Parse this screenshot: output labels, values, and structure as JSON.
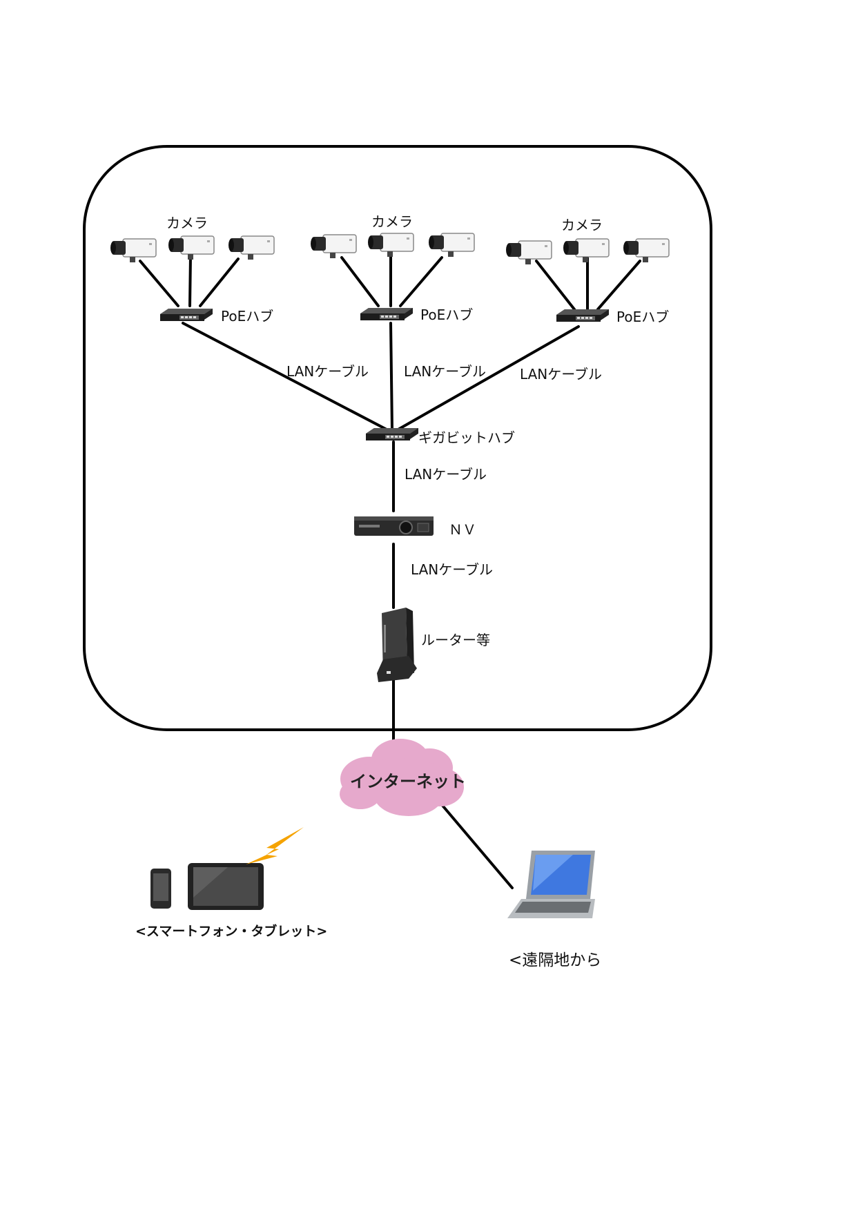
{
  "labels": {
    "camera_group_1": "カメラ",
    "camera_group_2": "カメラ",
    "camera_group_3": "カメラ",
    "poe_hub_1": "PoEハブ",
    "poe_hub_2": "PoEハブ",
    "poe_hub_3": "PoEハブ",
    "lan_cable_1": "LANケーブル",
    "lan_cable_2": "LANケーブル",
    "lan_cable_3": "LANケーブル",
    "gigabit_hub": "ギガビットハブ",
    "lan_cable_4": "LANケーブル",
    "nvr": "ＮＶ",
    "lan_cable_5": "LANケーブル",
    "router": "ルーター等",
    "internet": "インターネット",
    "mobile_devices": "<スマートフォン・タブレット>",
    "remote_pc": "<遠隔地から"
  },
  "colors": {
    "line": "#000000",
    "cloud": "#e6a9cc",
    "laptop_screen": "#3f78e0",
    "lightning": "#f5a300"
  }
}
